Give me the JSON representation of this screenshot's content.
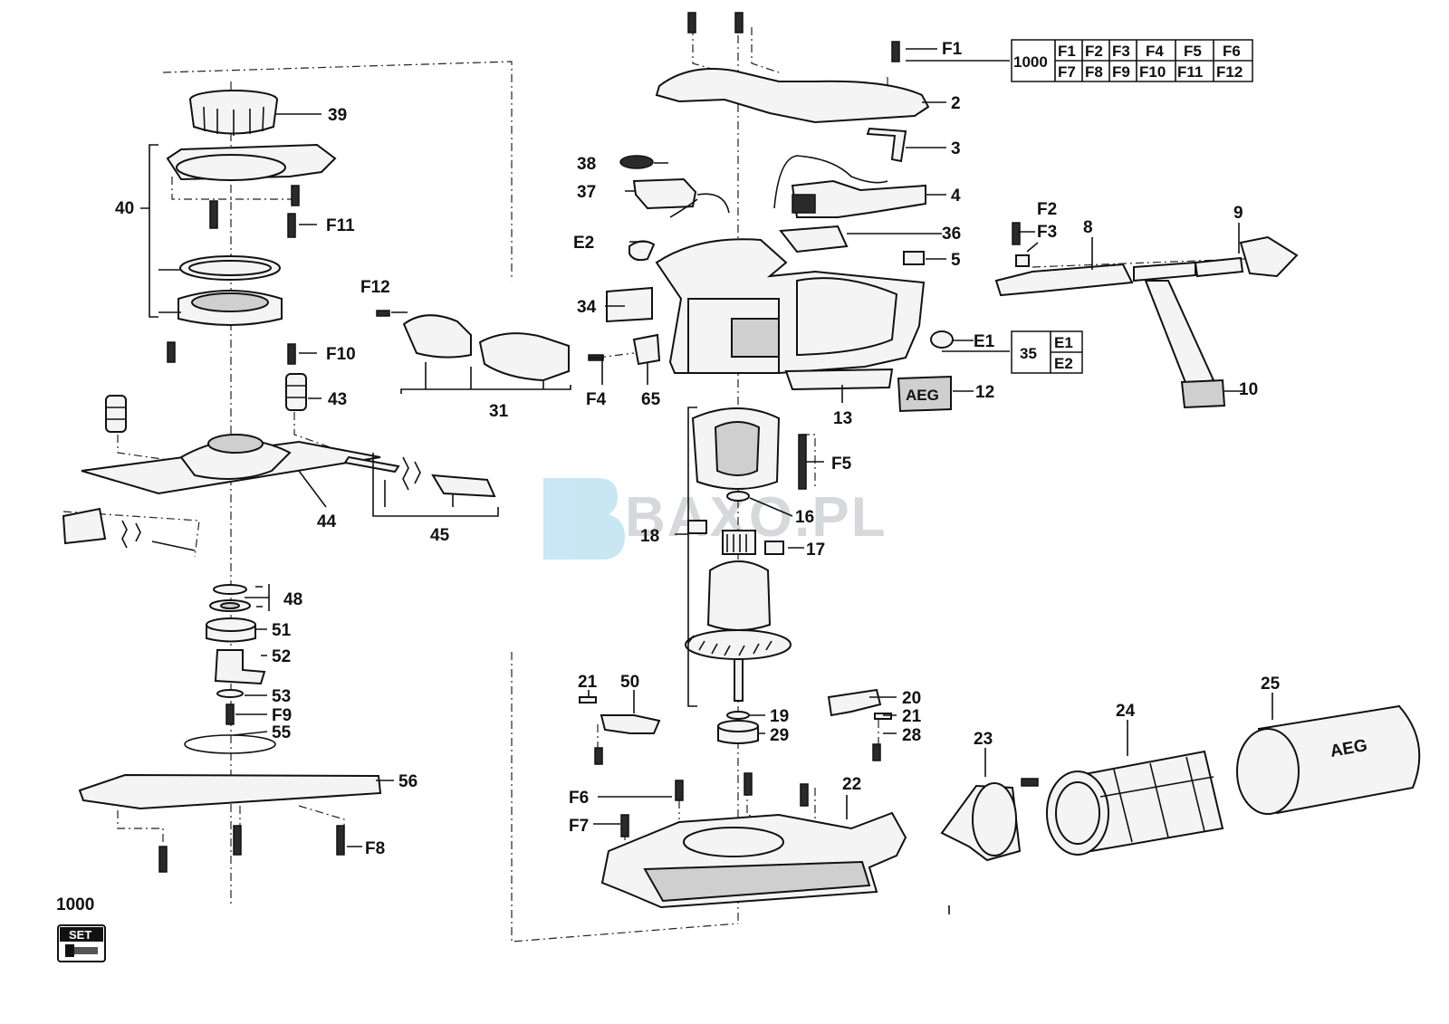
{
  "labels": {
    "p1000": "1000",
    "p2": "2",
    "p3": "3",
    "p4": "4",
    "p5": "5",
    "p8": "8",
    "p9": "9",
    "p10": "10",
    "p12": "12",
    "p13": "13",
    "p16": "16",
    "p17": "17",
    "p18": "18",
    "p19": "19",
    "p20": "20",
    "p21a": "21",
    "p21b": "21",
    "p22": "22",
    "p23": "23",
    "p24": "24",
    "p25": "25",
    "p28": "28",
    "p29": "29",
    "p31": "31",
    "p34": "34",
    "p35": "35",
    "p36": "36",
    "p37": "37",
    "p38": "38",
    "p39": "39",
    "p40": "40",
    "p43": "43",
    "p44": "44",
    "p45": "45",
    "p48": "48",
    "p50": "50",
    "p51": "51",
    "p52": "52",
    "p53": "53",
    "p55": "55",
    "p56": "56",
    "p65": "65",
    "e1": "E1",
    "e2": "E2",
    "f1": "F1",
    "f2": "F2",
    "f3": "F3",
    "f4": "F4",
    "f5": "F5",
    "f6": "F6",
    "f7": "F7",
    "f8": "F8",
    "f9": "F9",
    "f10": "F10",
    "f11": "F11",
    "f12": "F12",
    "set_code": "1000",
    "set_badge": "SET"
  },
  "set_table": {
    "id": "1000",
    "row1": [
      "F1",
      "F2",
      "F3",
      "F4",
      "F5",
      "F6"
    ],
    "row2": [
      "F7",
      "F8",
      "F9",
      "F10",
      "F11",
      "F12"
    ]
  },
  "e_table": {
    "id": "35",
    "rows": [
      "E1",
      "E2"
    ]
  },
  "brand": {
    "logo_text": "AEG",
    "tube_text": "AEG"
  },
  "watermark": {
    "text": "BAXO.PL",
    "color": "#cfd3d6",
    "accent": "#bfe3f2"
  }
}
